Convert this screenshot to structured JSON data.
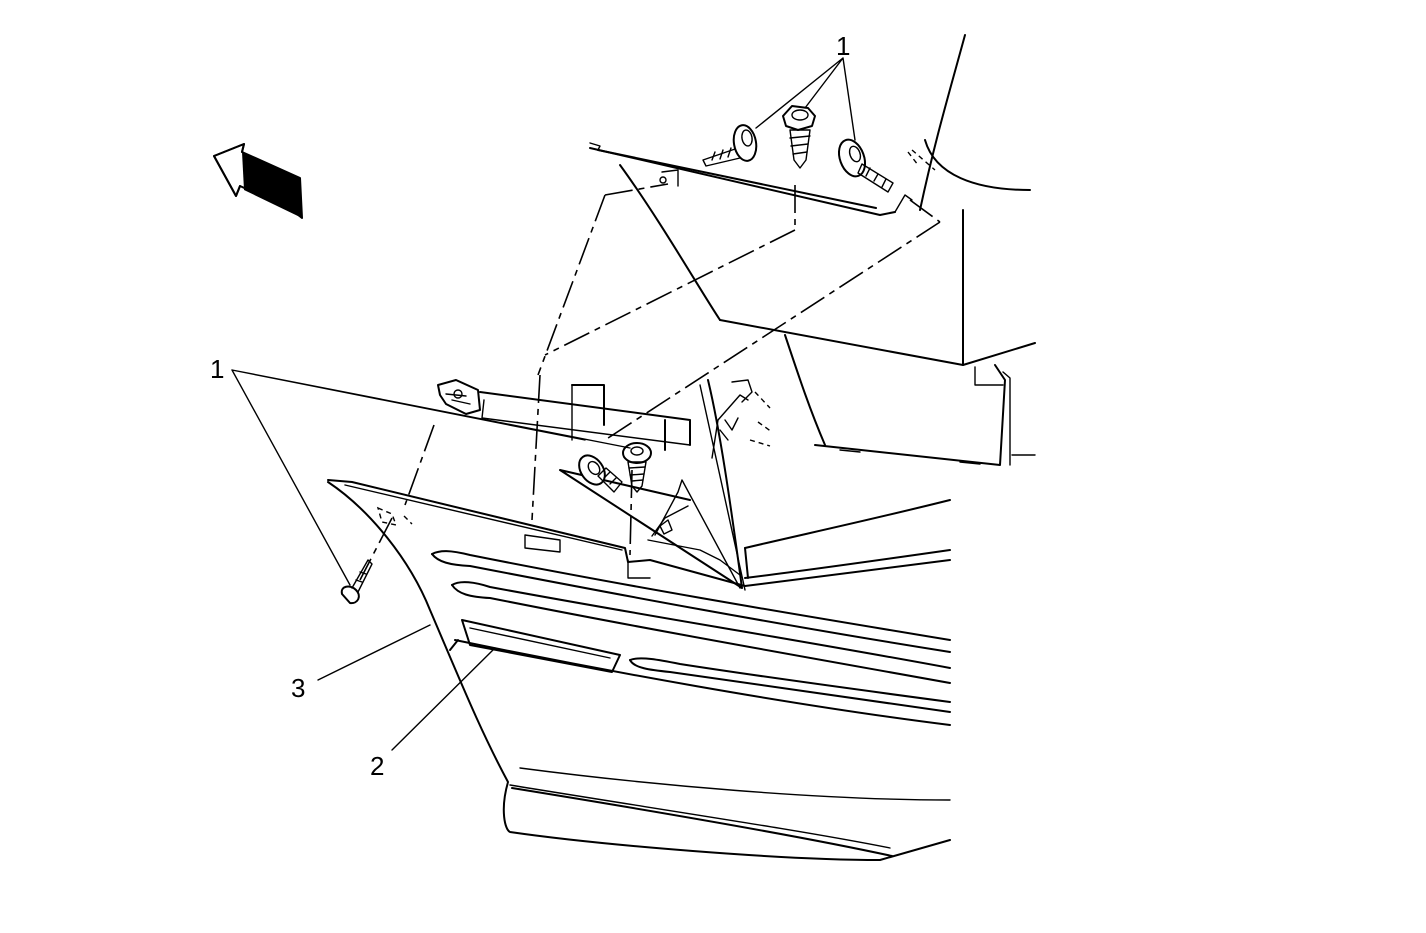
{
  "callouts": {
    "fasteners_top": "1",
    "fasteners_left": "1",
    "part_2": "2",
    "part_3": "3"
  }
}
